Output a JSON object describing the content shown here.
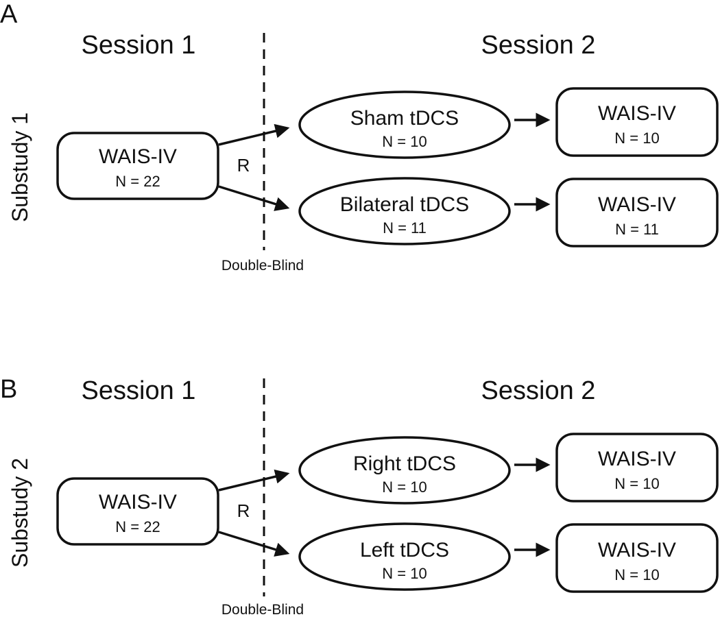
{
  "panels": [
    {
      "letter": "A",
      "session1_label": "Session 1",
      "session2_label": "Session 2",
      "substudy_label": "Substudy 1",
      "baseline": {
        "title": "WAIS-IV",
        "n": "N = 22"
      },
      "randomization_label": "R",
      "blinding_label": "Double-Blind",
      "arms": [
        {
          "condition": "Sham tDCS",
          "condition_n": "N = 10",
          "outcome": "WAIS-IV",
          "outcome_n": "N = 10"
        },
        {
          "condition": "Bilateral tDCS",
          "condition_n": "N = 11",
          "outcome": "WAIS-IV",
          "outcome_n": "N = 11"
        }
      ]
    },
    {
      "letter": "B",
      "session1_label": "Session 1",
      "session2_label": "Session 2",
      "substudy_label": "Substudy 2",
      "baseline": {
        "title": "WAIS-IV",
        "n": "N = 22"
      },
      "randomization_label": "R",
      "blinding_label": "Double-Blind",
      "arms": [
        {
          "condition": "Right tDCS",
          "condition_n": "N = 10",
          "outcome": "WAIS-IV",
          "outcome_n": "N = 10"
        },
        {
          "condition": "Left tDCS",
          "condition_n": "N = 10",
          "outcome": "WAIS-IV",
          "outcome_n": "N = 10"
        }
      ]
    }
  ]
}
